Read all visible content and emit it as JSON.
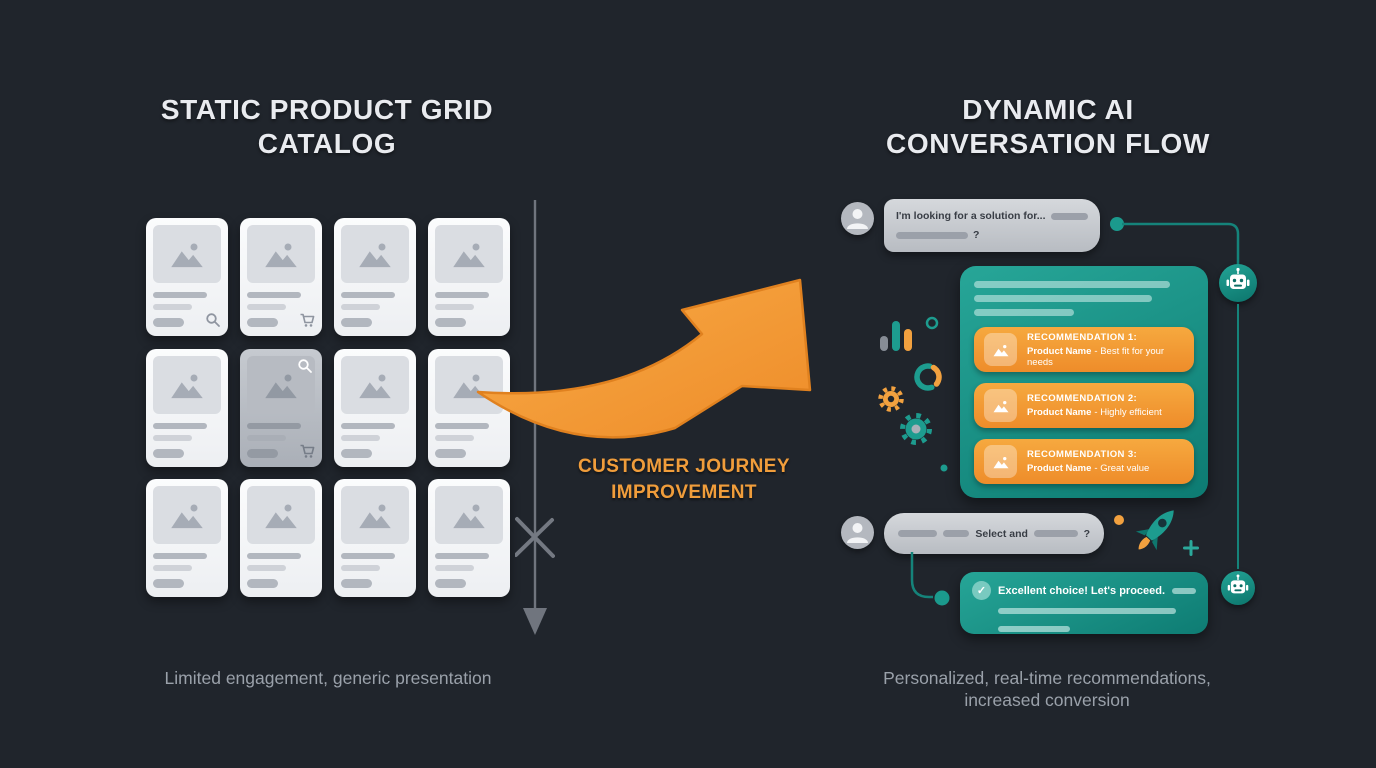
{
  "colors": {
    "background": "#20252c",
    "accent_orange": "#f2a13f",
    "teal": "#1b9a8d",
    "card_white": "#f7f8fa",
    "muted_text": "#9aa1aa"
  },
  "left": {
    "title": "STATIC PRODUCT GRID CATALOG",
    "caption": "Limited engagement, generic presentation"
  },
  "middle": {
    "label": "CUSTOMER JOURNEY IMPROVEMENT"
  },
  "right": {
    "title": "DYNAMIC AI CONVERSATION FLOW",
    "caption": "Personalized, real-time recommendations, increased conversion",
    "user_message_1": {
      "text": "I'm looking for a solution for...",
      "suffix": "?"
    },
    "user_message_2": {
      "text": "Select and",
      "suffix": "?"
    },
    "bot_card": {
      "recommendations": [
        {
          "title": "RECOMMENDATION 1:",
          "product": "Product Name",
          "desc": "- Best fit for your needs"
        },
        {
          "title": "RECOMMENDATION 2:",
          "product": "Product Name",
          "desc": "- Highly efficient"
        },
        {
          "title": "RECOMMENDATION 3:",
          "product": "Product Name",
          "desc": "- Great value"
        }
      ]
    },
    "ai_message": {
      "text": "Excellent choice! Let's proceed."
    }
  }
}
